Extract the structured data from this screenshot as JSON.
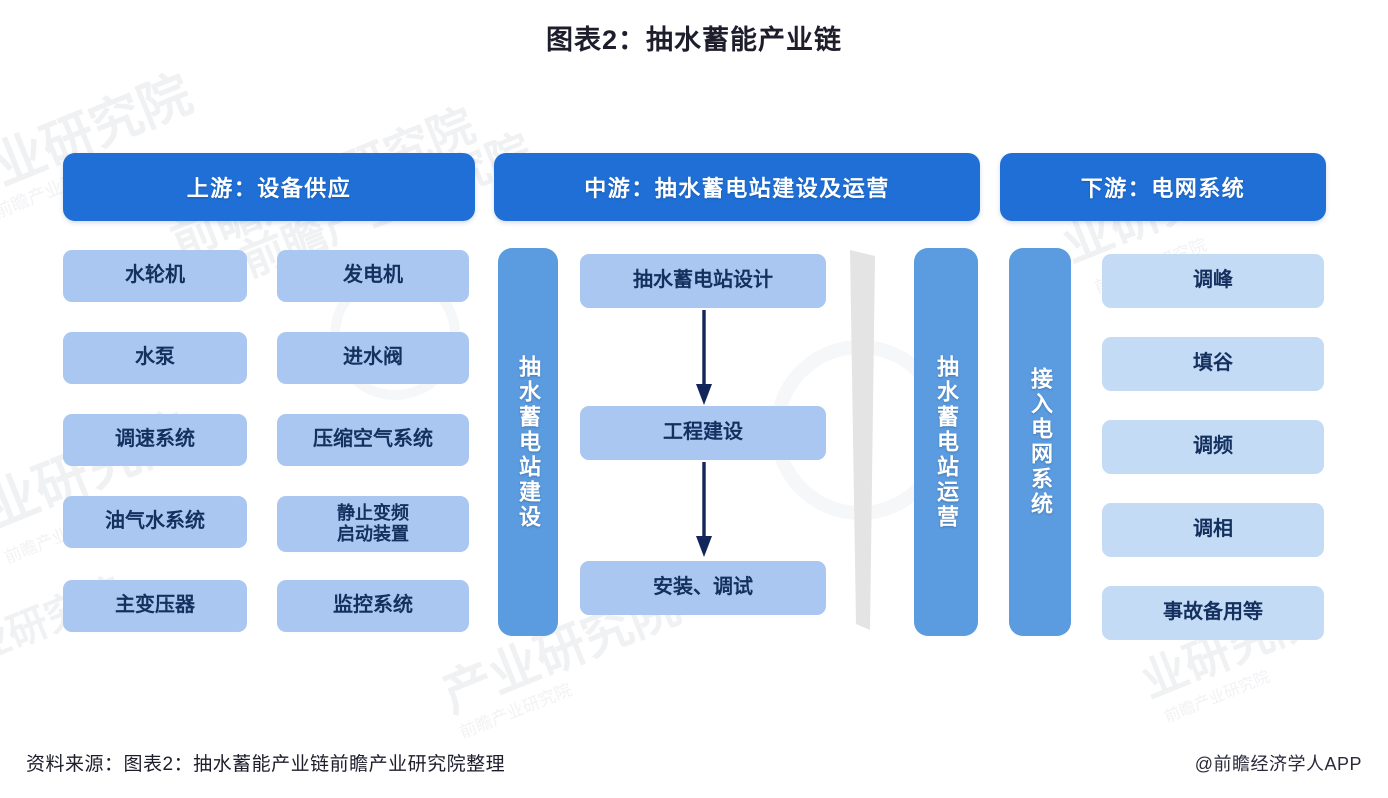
{
  "title": "图表2：抽水蓄能产业链",
  "columns": {
    "upstream": {
      "header": "上游：设备供应",
      "items_left": [
        "水轮机",
        "水泵",
        "调速系统",
        "油气水系统",
        "主变压器"
      ],
      "items_right": [
        "发电机",
        "进水阀",
        "压缩空气系统",
        "静止变频\n启动装置",
        "监控系统"
      ]
    },
    "midstream": {
      "header": "中游：抽水蓄电站建设及运营",
      "construction_bar": "抽水蓄电站建设",
      "operation_bar": "抽水蓄电站运营",
      "flow": [
        "抽水蓄电站设计",
        "工程建设",
        "安装、调试"
      ]
    },
    "downstream": {
      "header": "下游：电网系统",
      "grid_bar": "接入电网系统",
      "items": [
        "调峰",
        "填谷",
        "调频",
        "调相",
        "事故备用等"
      ]
    }
  },
  "footer": {
    "source": "资料来源：图表2：抽水蓄能产业链前瞻产业研究院整理",
    "credit": "@前瞻经济学人APP"
  },
  "colors": {
    "header_blue": "#1f6fd6",
    "bar_blue": "#5b9be0",
    "cell_mid": "#a9c7f0",
    "cell_lite": "#c4dbf6",
    "text_navy": "#14305e",
    "arrow_navy": "#13265c",
    "divider_grey": "#e2e2e2"
  },
  "watermarks": [
    "业研究院",
    "前瞻产业研究院",
    "前瞻产业研究院",
    "业研究院",
    "产业研究院",
    "前瞻产业研究院",
    "业研究院",
    "业研究院"
  ]
}
